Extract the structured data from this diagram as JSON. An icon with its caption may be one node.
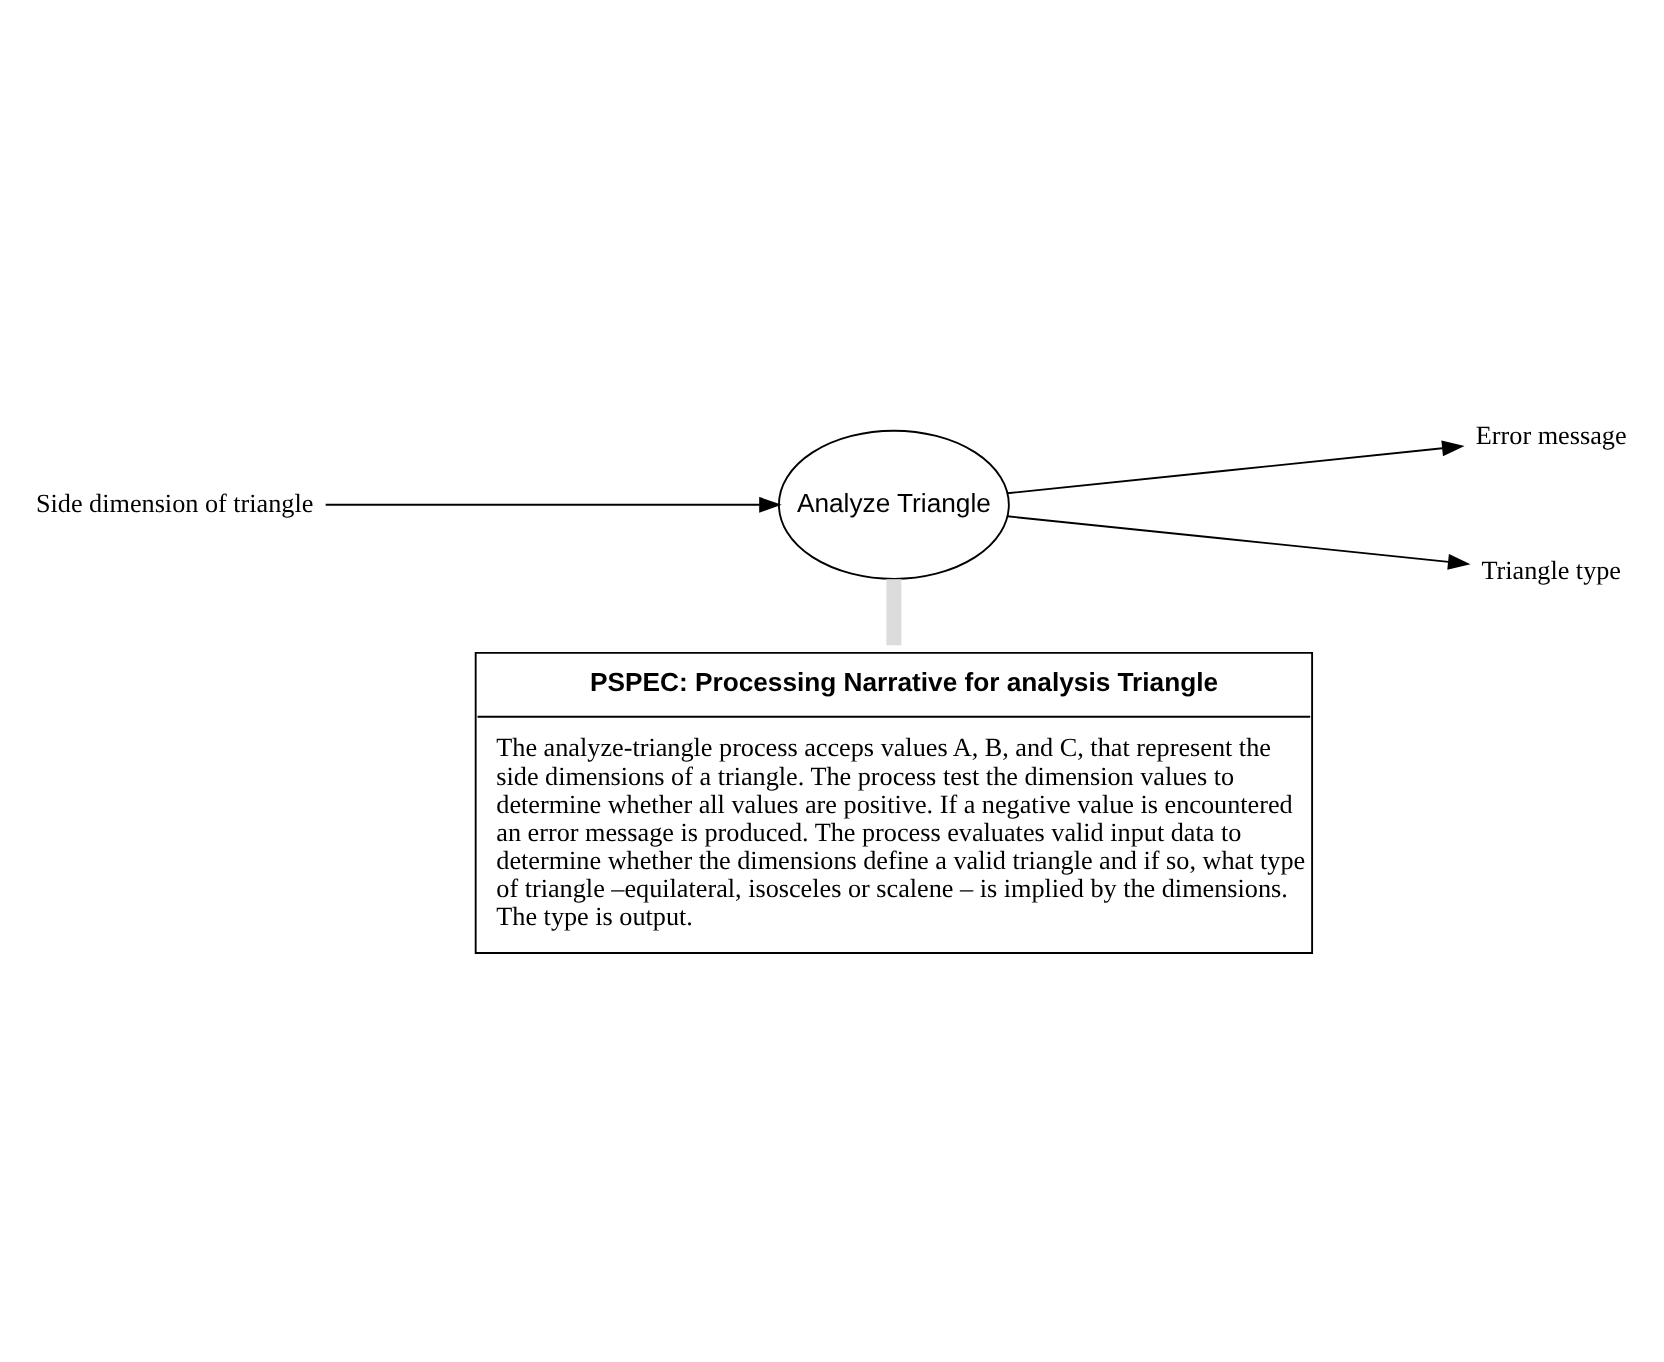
{
  "diagram": {
    "nodes": [
      {
        "text": [
          "Side dimension of triangle"
        ]
      },
      {
        "text": [
          "Analyze Triangle"
        ]
      },
      {
        "text": [
          "Error message"
        ]
      },
      {
        "text": [
          "Triangle type"
        ]
      },
      {
        "text": [
          "PSPEC: Processing Narrative for analysis Triangle",
          "The analyze-triangle process acceps values A, B, and C, that represent the side dimensions of a triangle. The process test the dimension values to determine whether all values are positive. If a negative value is encountered an error message is produced. The process evaluates valid input data to determine whether the dimensions define a valid triangle and if so, what type of triangle –equilateral, isosceles or scalene – is implied by the dimensions. The type is output."
        ]
      }
    ],
    "edges": [
      {
        "from": 0,
        "to": 1,
        "arrow": "to"
      },
      {
        "from": 1,
        "to": 2,
        "arrow": "to"
      },
      {
        "from": 1,
        "to": 3,
        "arrow": "to"
      },
      {
        "from": 1,
        "to": 4,
        "arrow": "none",
        "style": "thick",
        "color": "#dcdcdc"
      }
    ]
  }
}
